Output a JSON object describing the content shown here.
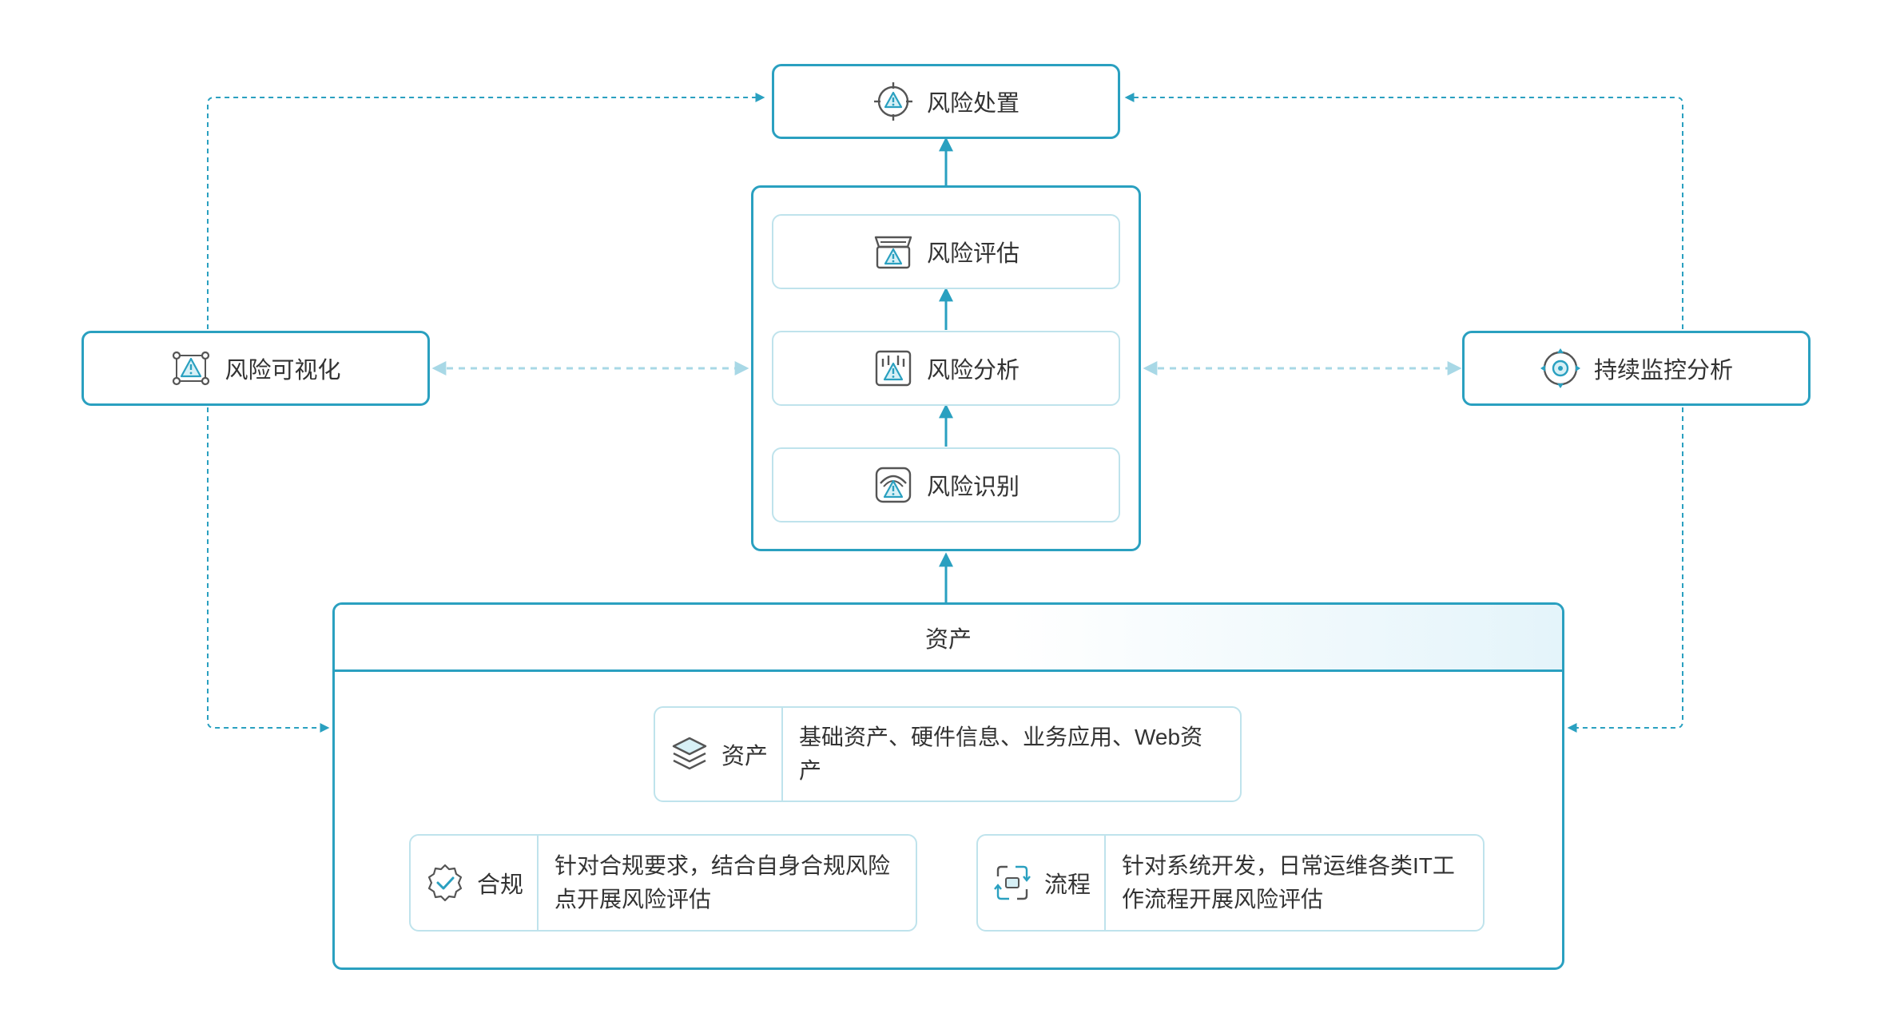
{
  "nodes": {
    "risk_disposal": "风险处置",
    "risk_assessment": "风险评估",
    "risk_analysis": "风险分析",
    "risk_identification": "风险识别",
    "risk_visualization": "风险可视化",
    "continuous_monitoring": "持续监控分析"
  },
  "assets": {
    "title": "资产",
    "asset_card": {
      "label": "资产",
      "description": "基础资产、硬件信息、业务应用、Web资产"
    },
    "compliance_card": {
      "label": "合规",
      "description_line1": "针对合规要求，结合自身合规风险",
      "description_line2": "点开展风险评估"
    },
    "process_card": {
      "label": "流程",
      "description_line1": "针对系统开发，日常运维各类IT工",
      "description_line2": "作流程开展风险评估"
    }
  },
  "icons": {
    "risk_disposal": "target-warning-icon",
    "risk_assessment": "assessment-warning-icon",
    "risk_analysis": "analysis-warning-icon",
    "risk_identification": "identification-warning-icon",
    "risk_visualization": "visualization-warning-icon",
    "continuous_monitoring": "monitor-target-icon",
    "asset": "layers-icon",
    "compliance": "badge-check-icon",
    "process": "cycle-process-icon"
  },
  "colors": {
    "accent": "#2aa0c0",
    "light_border": "#bfe3ec",
    "dashed_connector": "#a8d8e6",
    "text": "#333333"
  }
}
